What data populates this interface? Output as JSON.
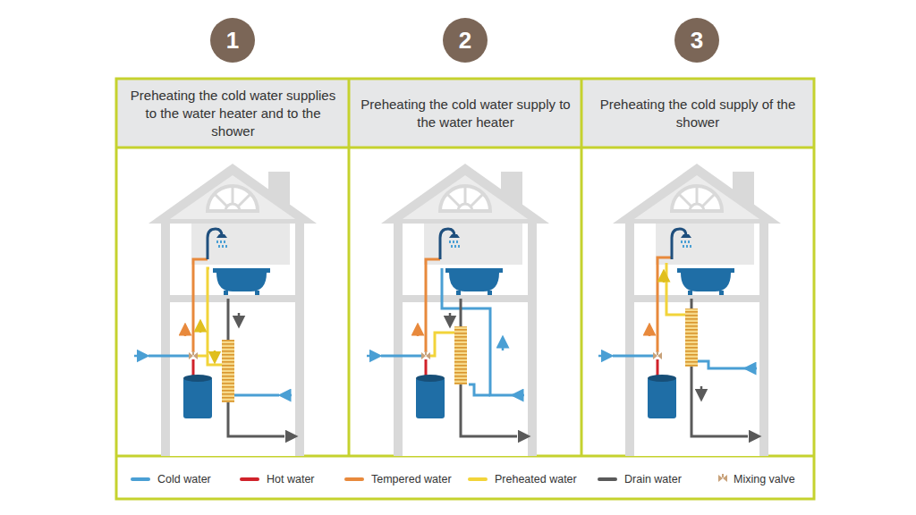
{
  "diagram": {
    "nodes": [
      {
        "text": [
          "1"
        ]
      },
      {
        "text": [
          "2"
        ]
      },
      {
        "text": [
          "3"
        ]
      },
      {
        "text": [
          "Preheating the cold water supplies to the water heater and to the shower"
        ]
      },
      {
        "text": [
          "Preheating the cold water supply to the water heater"
        ]
      },
      {
        "text": [
          "Preheating the cold supply of the shower"
        ]
      }
    ],
    "legend": [
      {
        "text": "Cold water",
        "color": "#4a9fd4"
      },
      {
        "text": "Hot water",
        "color": "#d0222a"
      },
      {
        "text": "Tempered water",
        "color": "#e8893c"
      },
      {
        "text": "Preheated water",
        "color": "#f2d43a"
      },
      {
        "text": "Drain water",
        "color": "#5a5a5a"
      },
      {
        "text": "Mixing valve"
      }
    ]
  }
}
